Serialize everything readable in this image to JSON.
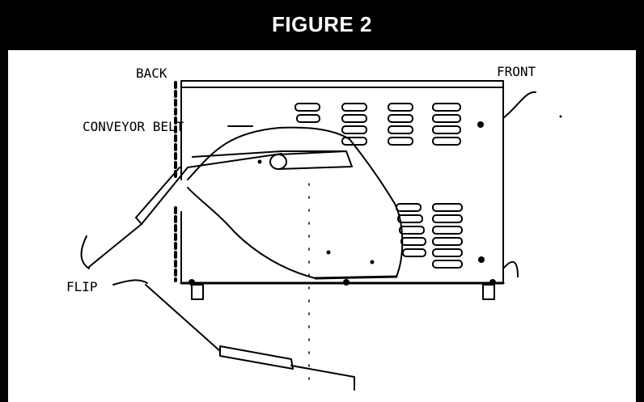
{
  "figure": {
    "title": "FIGURE 2"
  },
  "labels": {
    "back": "BACK",
    "front": "FRONT",
    "conveyor_belt": "CONVEYOR BELT",
    "flip": "FLIP"
  },
  "colors": {
    "frame": "#000000",
    "title_text": "#ffffff",
    "drawing": "#000000",
    "background": "#ffffff"
  }
}
